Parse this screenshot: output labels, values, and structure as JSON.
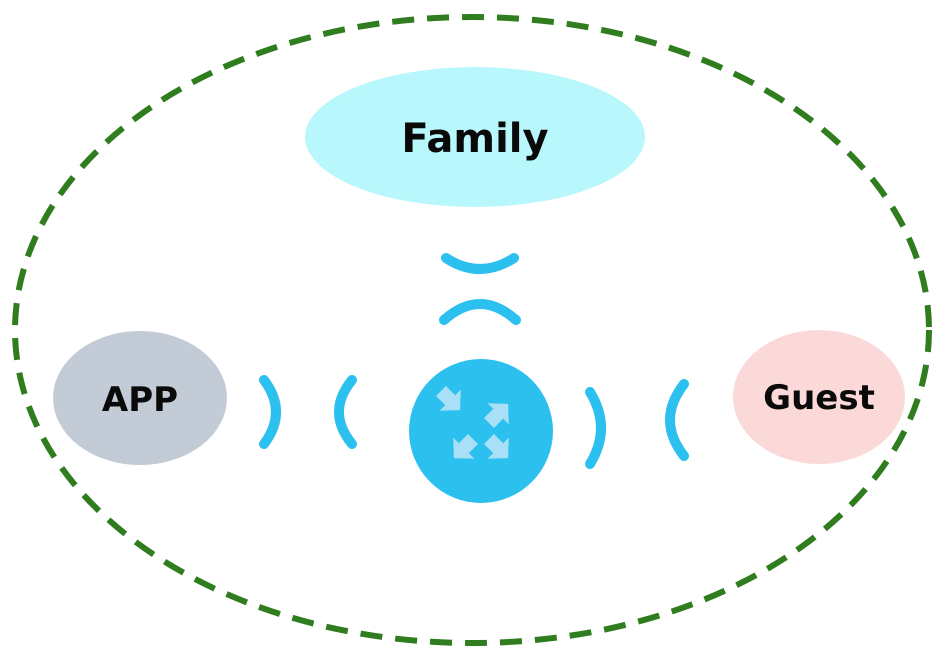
{
  "diagram": {
    "boundary": {
      "style": "dashed",
      "color": "#2f7d1f"
    },
    "nodes": {
      "family": {
        "label": "Family",
        "fill": "#b8f7fb"
      },
      "app": {
        "label": "APP",
        "fill": "#c2cbd6"
      },
      "guest": {
        "label": "Guest",
        "fill": "#fbd9d8"
      },
      "router": {
        "icon": "router-icon",
        "fill": "#2cc0ef",
        "arrow_fill": "#a9e0f7"
      }
    },
    "signals": {
      "icon": "wifi-signal-icon",
      "color": "#2cc0ef"
    }
  }
}
